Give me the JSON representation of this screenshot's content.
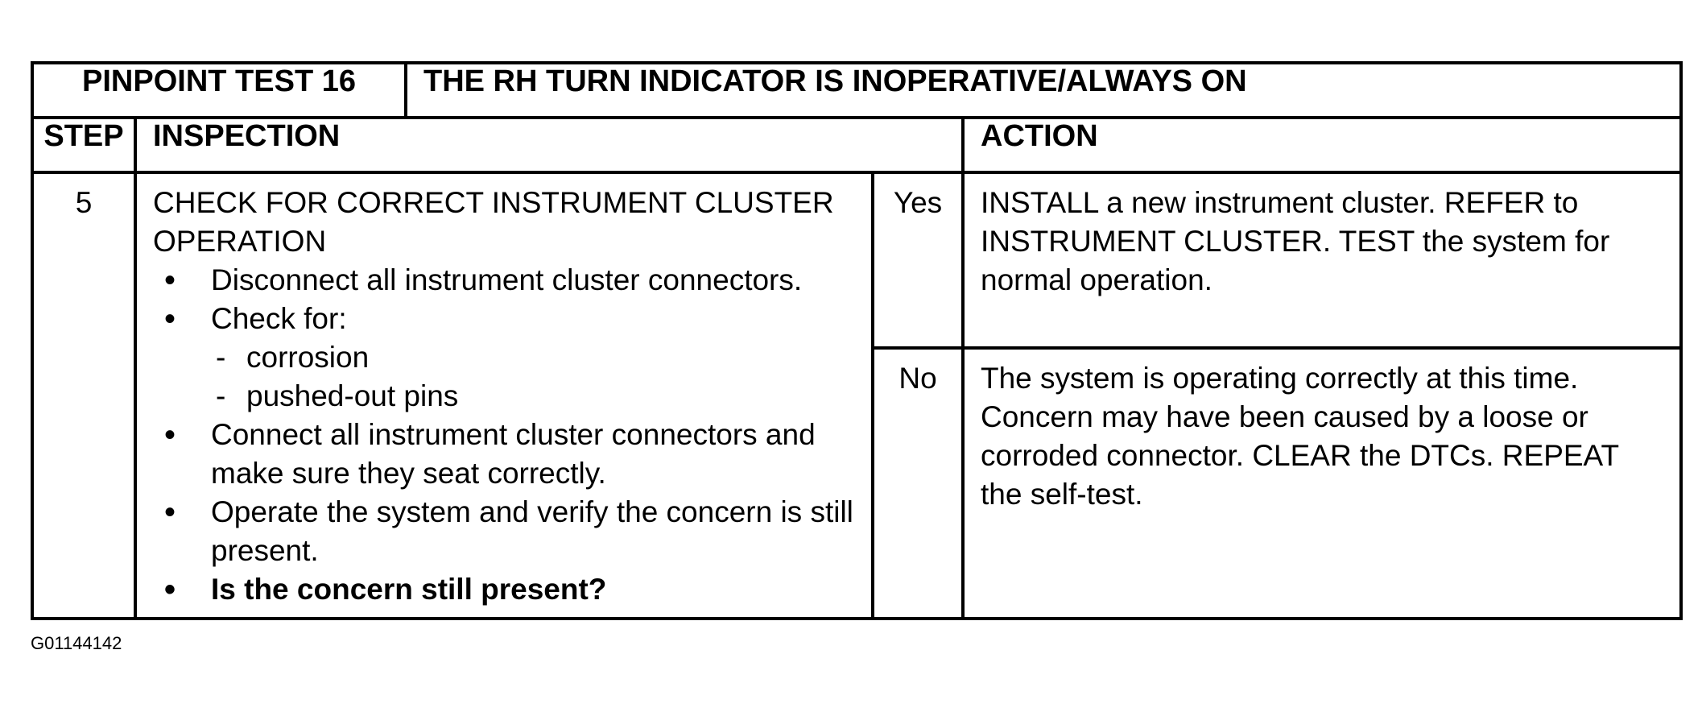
{
  "header": {
    "test_number": "PINPOINT TEST 16",
    "test_title": "THE RH TURN INDICATOR IS INOPERATIVE/ALWAYS ON"
  },
  "columns": {
    "step": "STEP",
    "inspection": "INSPECTION",
    "action": "ACTION"
  },
  "step": {
    "number": "5",
    "title": "CHECK FOR CORRECT INSTRUMENT CLUSTER OPERATION",
    "bullet_1": "Disconnect all instrument cluster connectors.",
    "bullet_2": "Check for:",
    "sub_1": "corrosion",
    "sub_2": "pushed-out pins",
    "bullet_3": "Connect all instrument cluster connectors and make sure they seat correctly.",
    "bullet_4": "Operate the system and verify the concern is still present.",
    "question": "Is the concern still present?"
  },
  "responses": {
    "yes_label": "Yes",
    "yes_action": "INSTALL a new instrument cluster. REFER to INSTRUMENT CLUSTER. TEST the system for normal operation.",
    "no_label": "No",
    "no_action": "The system is operating correctly at this time. Concern may have been caused by a loose or corroded connector. CLEAR the DTCs. REPEAT the self-test."
  },
  "figure_id": "G01144142"
}
